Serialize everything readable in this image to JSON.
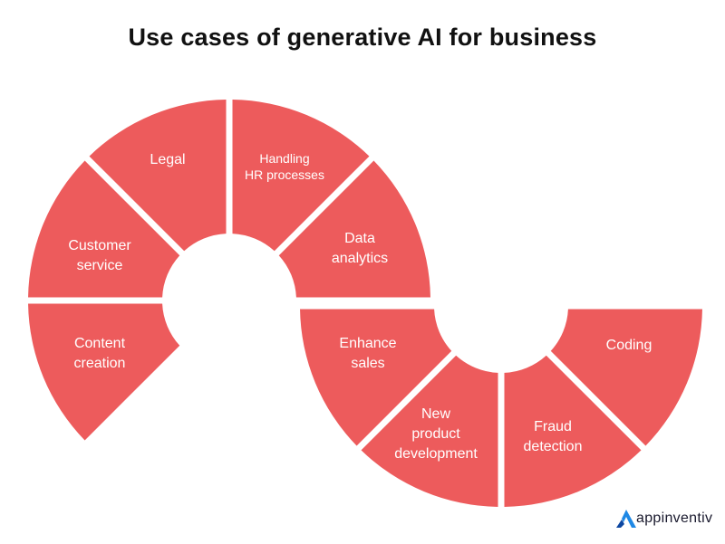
{
  "title": "Use cases of generative AI for business",
  "colors": {
    "segment": "#ED5B5C",
    "background": "#FFFFFF"
  },
  "segments": [
    {
      "name": "content-creation",
      "lines": [
        "Content",
        "creation"
      ]
    },
    {
      "name": "customer-service",
      "lines": [
        "Customer",
        "service"
      ]
    },
    {
      "name": "legal",
      "lines": [
        "Legal"
      ]
    },
    {
      "name": "handling-hr-processes",
      "lines": [
        "Handling",
        "HR processes"
      ]
    },
    {
      "name": "data-analytics",
      "lines": [
        "Data",
        "analytics"
      ]
    },
    {
      "name": "enhance-sales",
      "lines": [
        "Enhance",
        "sales"
      ]
    },
    {
      "name": "new-product-development",
      "lines": [
        "New",
        "product",
        "development"
      ]
    },
    {
      "name": "fraud-detection",
      "lines": [
        "Fraud",
        "detection"
      ]
    },
    {
      "name": "coding",
      "lines": [
        "Coding"
      ]
    }
  ],
  "brand": {
    "name": "appinventiv",
    "icon": "appinventiv-logo-icon"
  }
}
